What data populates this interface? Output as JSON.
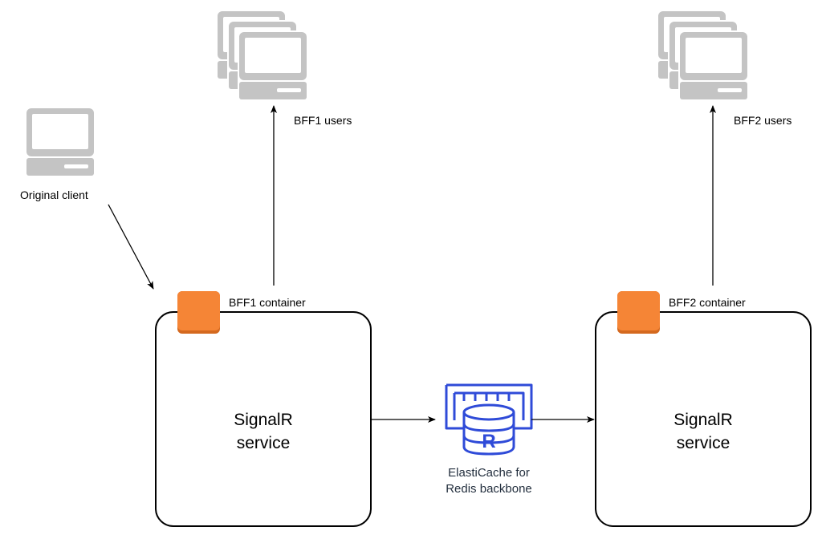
{
  "labels": {
    "original_client": "Original client",
    "bff1_users": "BFF1 users",
    "bff2_users": "BFF2 users",
    "bff1_container": "BFF1 container",
    "bff2_container": "BFF2 container",
    "bff1_service_line1": "SignalR",
    "bff1_service_line2": "service",
    "bff2_service_line1": "SignalR",
    "bff2_service_line2": "service",
    "redis_line1": "ElastiCache for",
    "redis_line2": "Redis backbone"
  },
  "icons": {
    "client": "desktop-computer-icon",
    "user_group": "multiple-computers-icon",
    "container": "orange-container-icon",
    "cache": "elasticache-redis-icon"
  },
  "colors": {
    "computer_gray": "#c4c4c4",
    "container_orange": "#f58536",
    "redis_blue": "#2f4bd8",
    "redis_text": "#232f3e",
    "stroke": "#000000"
  }
}
